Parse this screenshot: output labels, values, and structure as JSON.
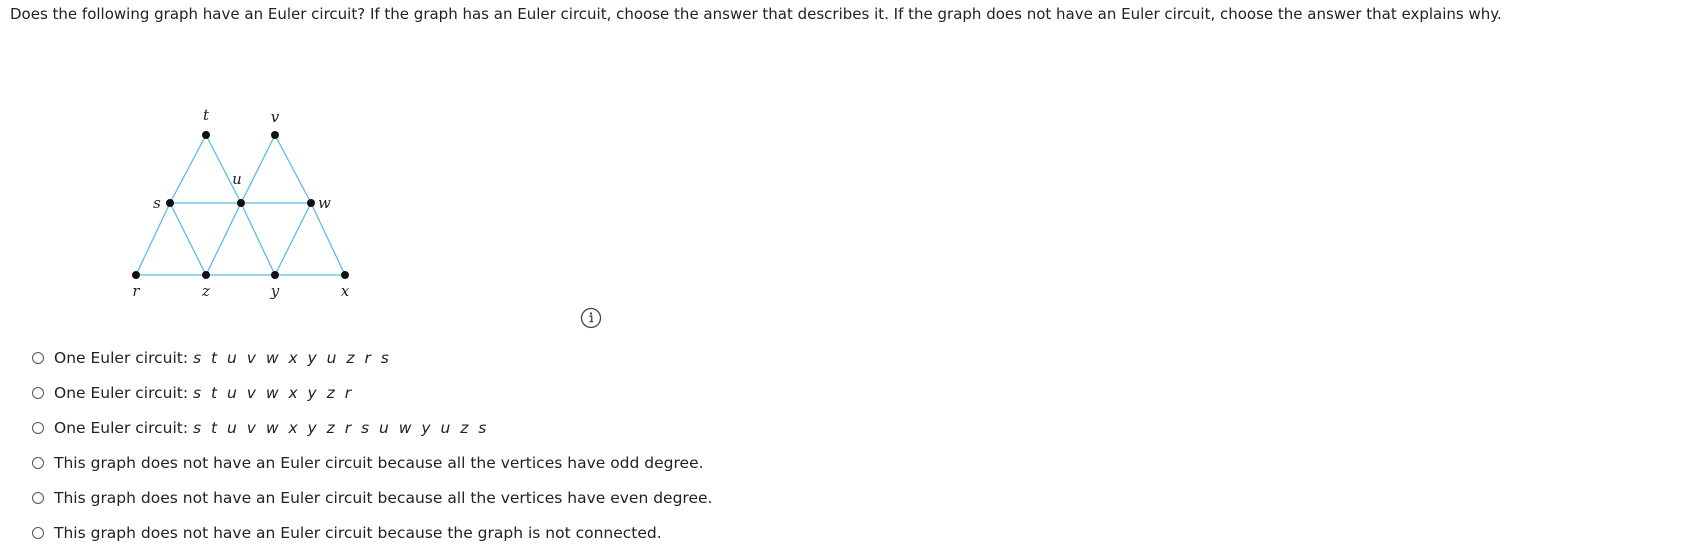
{
  "question": {
    "text": "Does the following graph have an Euler circuit? If the graph has an Euler circuit, choose the answer that describes it. If the graph does not have an Euler circuit, choose the answer that explains why."
  },
  "graph": {
    "edge_color": "#5bbce4",
    "vertex_color": "#111111",
    "vertices": [
      {
        "id": "t",
        "label": "t"
      },
      {
        "id": "v",
        "label": "v"
      },
      {
        "id": "u",
        "label": "u"
      },
      {
        "id": "s",
        "label": "s"
      },
      {
        "id": "w",
        "label": "w"
      },
      {
        "id": "r",
        "label": "r"
      },
      {
        "id": "z",
        "label": "z"
      },
      {
        "id": "y",
        "label": "y"
      },
      {
        "id": "x",
        "label": "x"
      }
    ],
    "edges": [
      [
        "s",
        "u"
      ],
      [
        "u",
        "w"
      ],
      [
        "r",
        "z"
      ],
      [
        "z",
        "y"
      ],
      [
        "y",
        "x"
      ],
      [
        "s",
        "t"
      ],
      [
        "t",
        "u"
      ],
      [
        "u",
        "v"
      ],
      [
        "v",
        "w"
      ],
      [
        "s",
        "r"
      ],
      [
        "s",
        "z"
      ],
      [
        "u",
        "z"
      ],
      [
        "u",
        "y"
      ],
      [
        "w",
        "y"
      ],
      [
        "w",
        "x"
      ]
    ]
  },
  "info_icon": "info-icon",
  "options": [
    {
      "prefix": "One Euler circuit: ",
      "sequence": "s t u v w x y u z r s"
    },
    {
      "prefix": "One Euler circuit: ",
      "sequence": "s t u v w x y z r"
    },
    {
      "prefix": "One Euler circuit: ",
      "sequence": "s t u v w x y z r s u w y u z s"
    },
    {
      "prefix": "This graph does not have an Euler circuit because all the vertices have odd degree.",
      "sequence": ""
    },
    {
      "prefix": "This graph does not have an Euler circuit because all the vertices have even degree.",
      "sequence": ""
    },
    {
      "prefix": "This graph does not have an Euler circuit because the graph is not connected.",
      "sequence": ""
    }
  ]
}
